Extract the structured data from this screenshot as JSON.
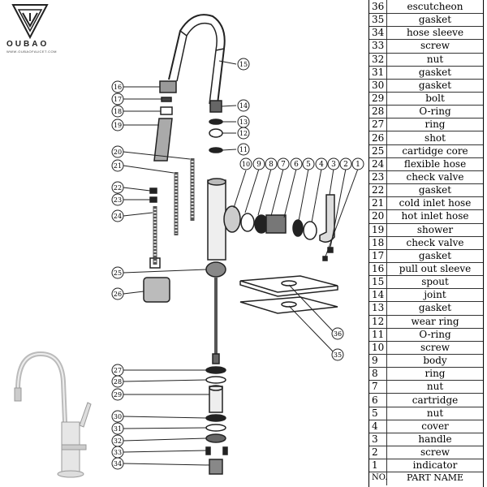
{
  "brand": {
    "name": "OUBAO",
    "url": "WWW.OUBAOFAUCET.COM"
  },
  "table": {
    "header": {
      "no": "NO.",
      "name": "PART NAME"
    },
    "rows": [
      {
        "no": "36",
        "name": "escutcheon"
      },
      {
        "no": "35",
        "name": "gasket"
      },
      {
        "no": "34",
        "name": "hose sleeve"
      },
      {
        "no": "33",
        "name": "screw"
      },
      {
        "no": "32",
        "name": "nut"
      },
      {
        "no": "31",
        "name": "gasket"
      },
      {
        "no": "30",
        "name": "gasket"
      },
      {
        "no": "29",
        "name": "bolt"
      },
      {
        "no": "28",
        "name": "O-ring"
      },
      {
        "no": "27",
        "name": "ring"
      },
      {
        "no": "26",
        "name": "shot"
      },
      {
        "no": "25",
        "name": "cartidge core"
      },
      {
        "no": "24",
        "name": "flexible hose"
      },
      {
        "no": "23",
        "name": "check valve"
      },
      {
        "no": "22",
        "name": "gasket"
      },
      {
        "no": "21",
        "name": "cold inlet hose"
      },
      {
        "no": "20",
        "name": "hot inlet hose"
      },
      {
        "no": "19",
        "name": "shower"
      },
      {
        "no": "18",
        "name": "check valve"
      },
      {
        "no": "17",
        "name": "gasket"
      },
      {
        "no": "16",
        "name": "pull out sleeve"
      },
      {
        "no": "15",
        "name": "spout"
      },
      {
        "no": "14",
        "name": "joint"
      },
      {
        "no": "13",
        "name": "gasket"
      },
      {
        "no": "12",
        "name": "wear ring"
      },
      {
        "no": "11",
        "name": "O-ring"
      },
      {
        "no": "10",
        "name": "screw"
      },
      {
        "no": "9",
        "name": "body"
      },
      {
        "no": "8",
        "name": "ring"
      },
      {
        "no": "7",
        "name": "nut"
      },
      {
        "no": "6",
        "name": "cartridge"
      },
      {
        "no": "5",
        "name": "nut"
      },
      {
        "no": "4",
        "name": "cover"
      },
      {
        "no": "3",
        "name": "handle"
      },
      {
        "no": "2",
        "name": "screw"
      },
      {
        "no": "1",
        "name": "indicator"
      }
    ]
  },
  "callouts": [
    "1",
    "2",
    "3",
    "4",
    "5",
    "6",
    "7",
    "8",
    "9",
    "10",
    "11",
    "12",
    "13",
    "14",
    "15",
    "16",
    "17",
    "18",
    "19",
    "20",
    "21",
    "22",
    "23",
    "24",
    "25",
    "26",
    "27",
    "28",
    "29",
    "30",
    "31",
    "32",
    "33",
    "34",
    "35",
    "36"
  ]
}
